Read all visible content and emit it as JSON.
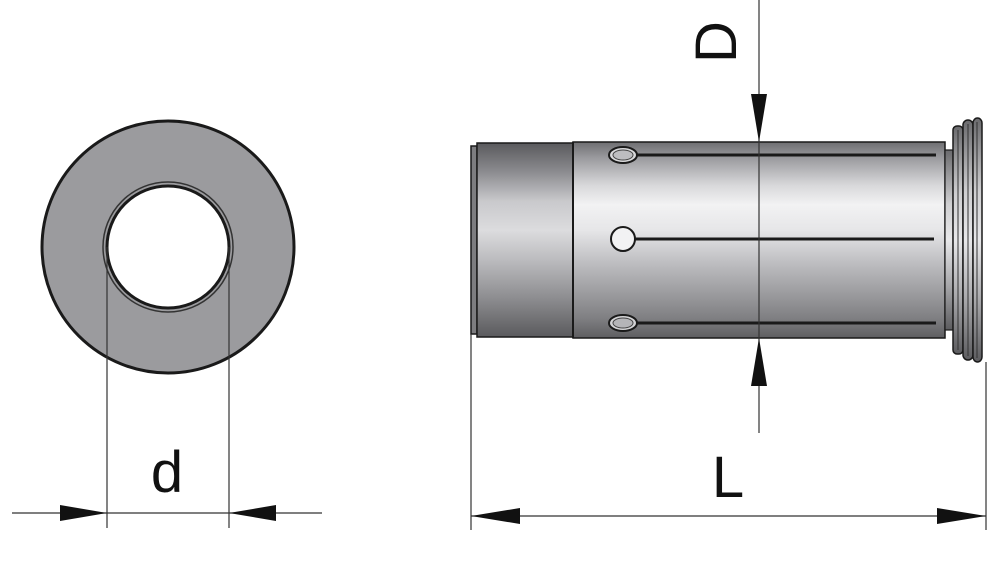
{
  "dimensions": {
    "inner_diameter": {
      "label": "d"
    },
    "outer_diameter": {
      "label": "D"
    },
    "length": {
      "label": "L"
    }
  }
}
